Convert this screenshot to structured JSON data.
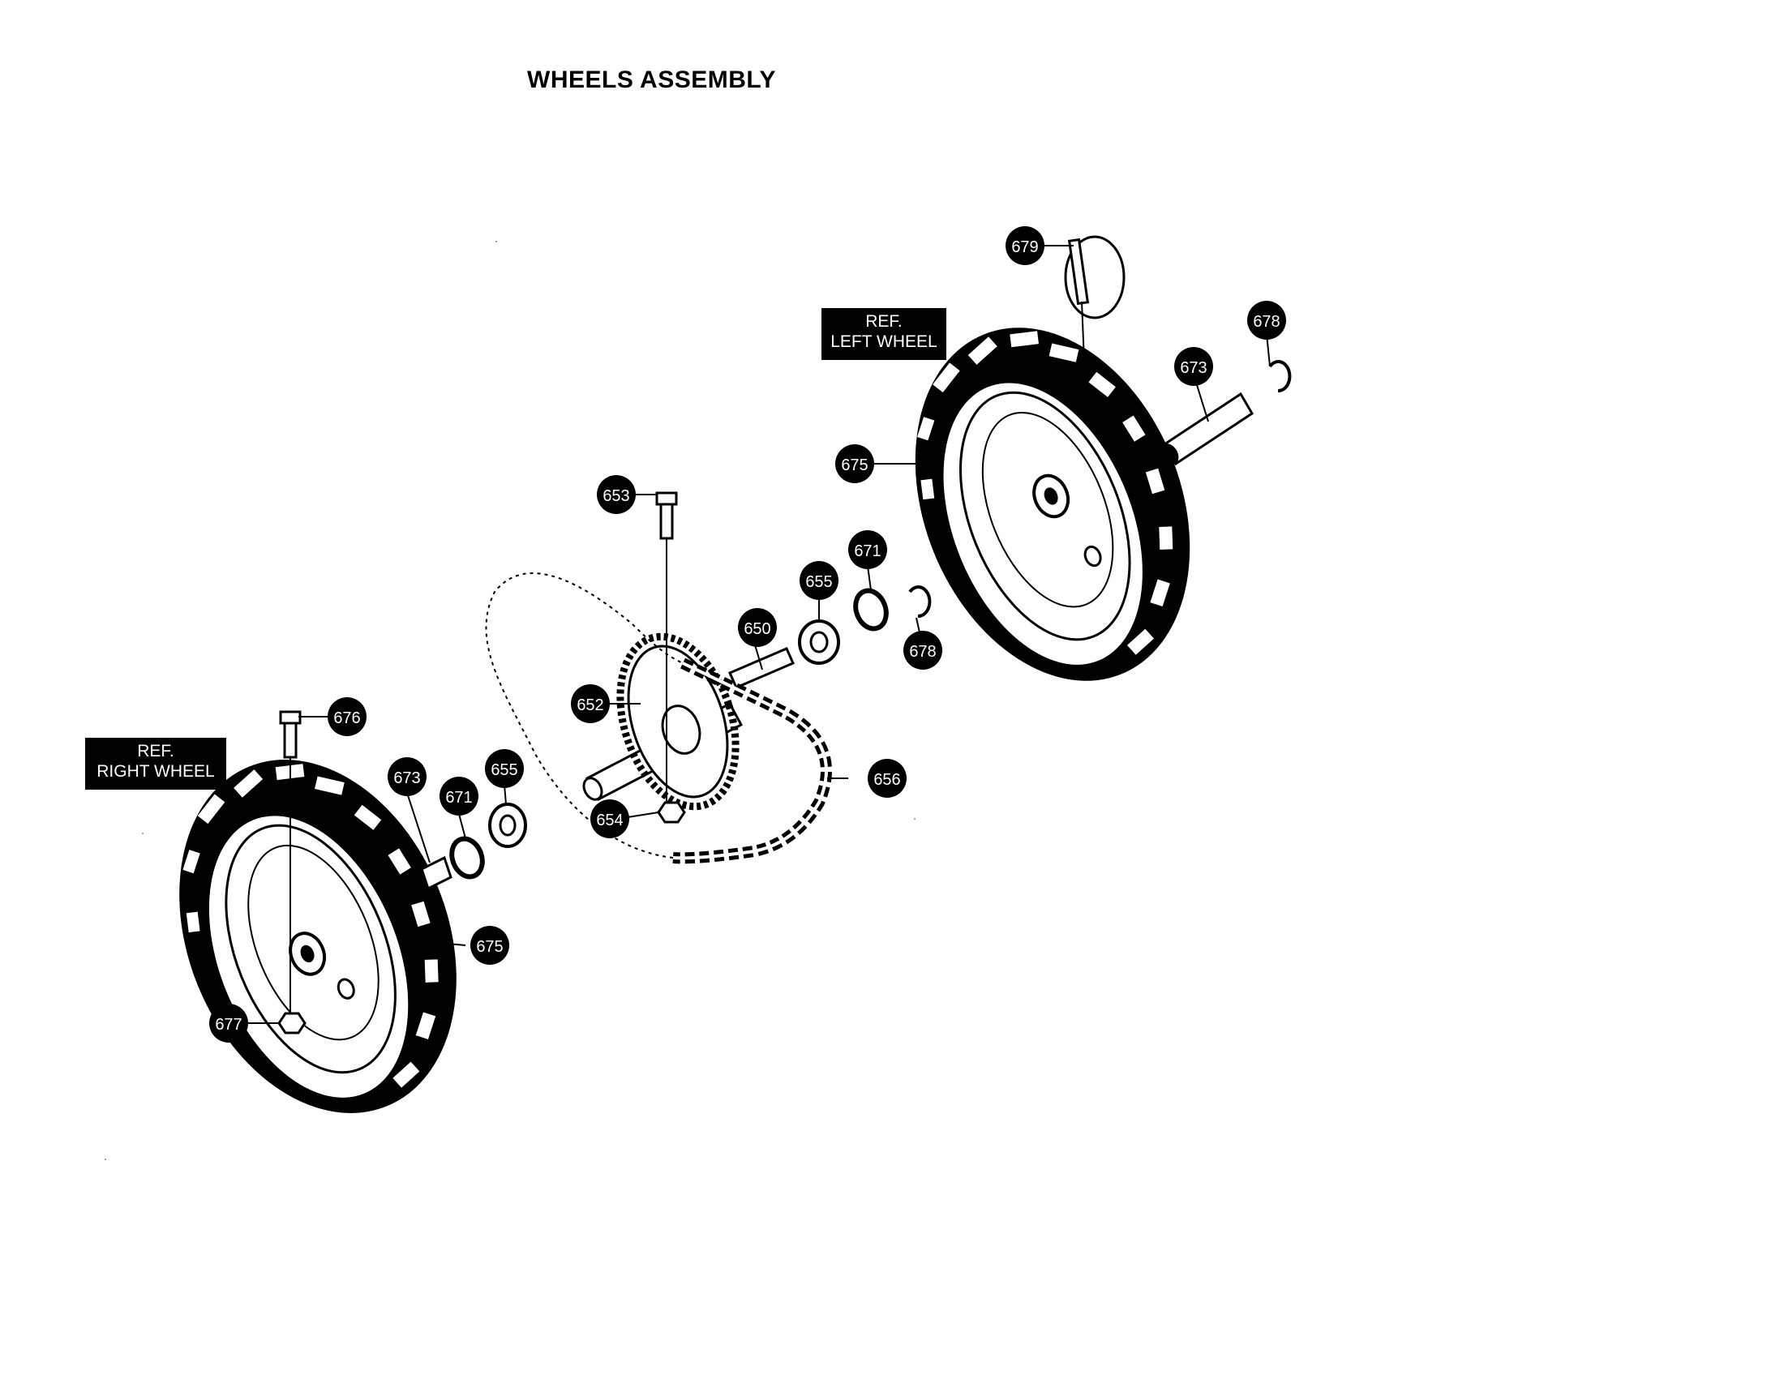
{
  "title": "WHEELS ASSEMBLY",
  "ref_left": {
    "line1": "REF.",
    "line2": "LEFT WHEEL"
  },
  "ref_right": {
    "line1": "REF.",
    "line2": "RIGHT WHEEL"
  },
  "callouts": {
    "c679": "679",
    "c678_top": "678",
    "c673_right": "673",
    "c675_left_wheel": "675",
    "c653": "653",
    "c671_right": "671",
    "c655_right": "655",
    "c678_mid": "678",
    "c650": "650",
    "c652": "652",
    "c676": "676",
    "c673_left": "673",
    "c671_left": "671",
    "c655_left": "655",
    "c654": "654",
    "c656": "656",
    "c675_right_wheel": "675",
    "c677": "677"
  }
}
